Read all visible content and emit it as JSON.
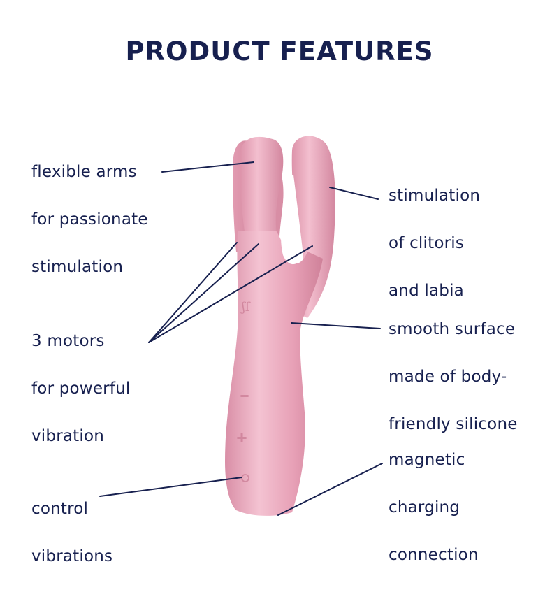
{
  "header": {
    "title": "PRODUCT FEATURES"
  },
  "colors": {
    "text": "#17204f",
    "product_base": "#e9a3b8",
    "product_highlight": "#f6c8d6",
    "product_shadow": "#d1849c"
  },
  "features": [
    {
      "id": "flexible-arms",
      "side": "left",
      "lines": [
        "flexible arms",
        "for passionate",
        "stimulation"
      ]
    },
    {
      "id": "stimulation-clitoris",
      "side": "right",
      "lines": [
        "stimulation",
        "of clitoris",
        "and labia"
      ]
    },
    {
      "id": "three-motors",
      "side": "left",
      "lines": [
        "3 motors",
        "for powerful",
        "vibration"
      ]
    },
    {
      "id": "smooth-surface",
      "side": "right",
      "lines": [
        "smooth surface",
        "made of body-",
        "friendly silicone"
      ]
    },
    {
      "id": "control-vibrations",
      "side": "left",
      "lines": [
        "control",
        "vibrations"
      ]
    },
    {
      "id": "magnetic-charging",
      "side": "right",
      "lines": [
        "magnetic",
        "charging",
        "connection"
      ]
    }
  ],
  "product": {
    "buttons": [
      {
        "icon": "minus-icon",
        "glyph": "−"
      },
      {
        "icon": "plus-icon",
        "glyph": "+"
      },
      {
        "icon": "power-icon",
        "glyph": "◡"
      }
    ],
    "logo_icon": "brand-logo-icon"
  }
}
